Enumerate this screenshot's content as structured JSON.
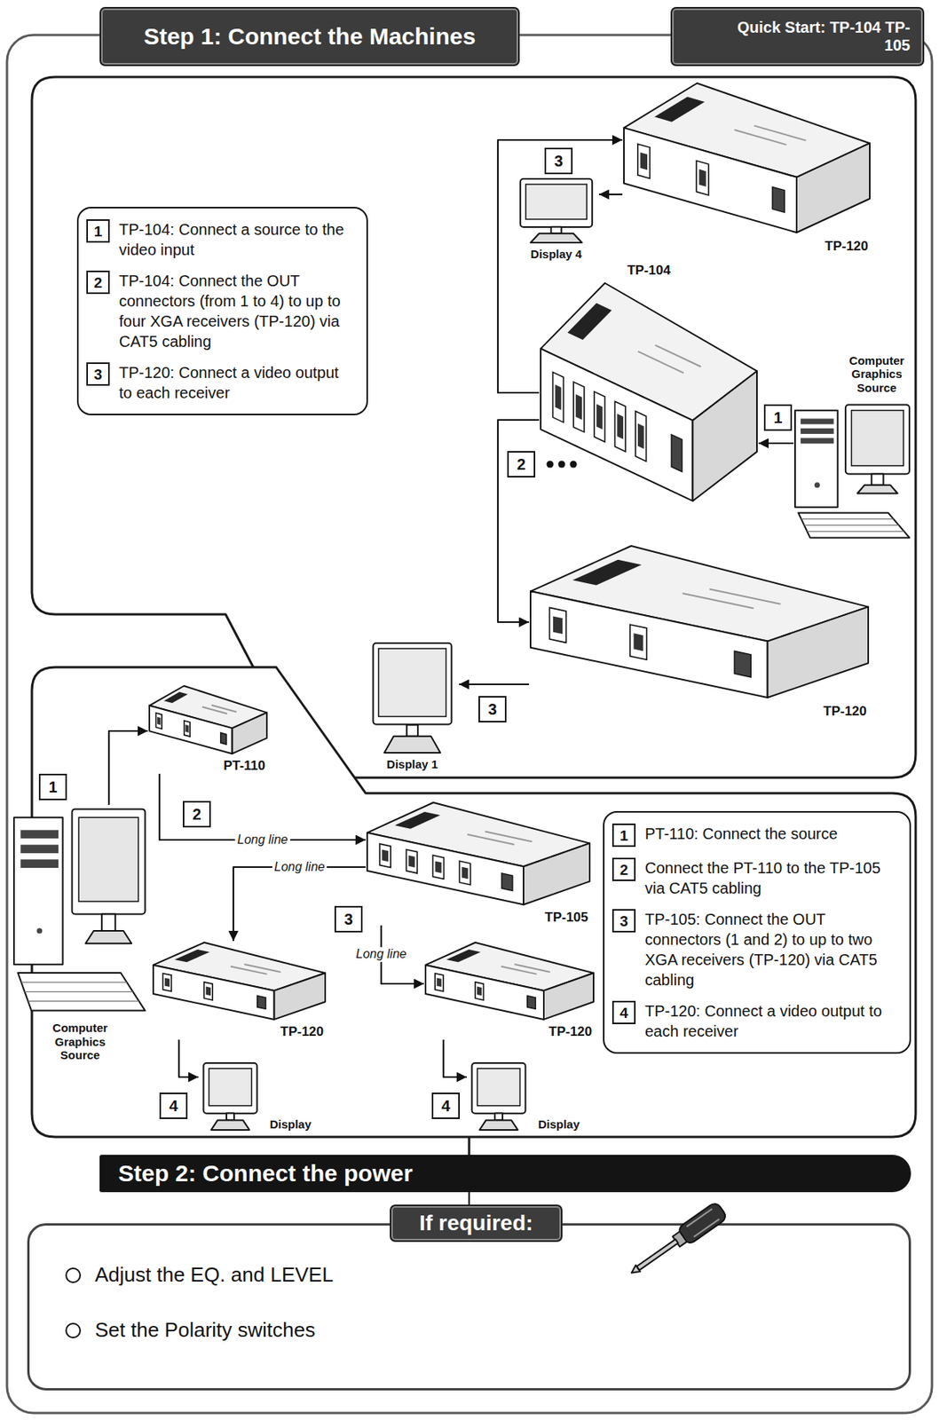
{
  "diagram": {
    "nodes": [
      {
        "text": [
          "Step 1: Connect the Machines"
        ]
      },
      {
        "text": [
          "Quick Start: TP-104 TP-105"
        ]
      },
      {
        "text": [
          "1",
          "TP-104: Connect a source to the video input",
          "2",
          "TP-104: Connect the OUT connectors (from 1 to 4) to up to four XGA receivers (TP-120) via CAT5 cabling",
          "3",
          "TP-120: Connect a video output to each receiver"
        ]
      },
      {
        "text": [
          "TP-120"
        ]
      },
      {
        "text": [
          "Display 4"
        ]
      },
      {
        "text": [
          "TP-104"
        ]
      },
      {
        "text": [
          "Computer Graphics Source"
        ]
      },
      {
        "text": [
          "TP-120"
        ]
      },
      {
        "text": [
          "Display 1"
        ]
      },
      {
        "text": [
          "Computer Graphics Source"
        ]
      },
      {
        "text": [
          "PT-110"
        ]
      },
      {
        "text": [
          "TP-105"
        ]
      },
      {
        "text": [
          "1",
          "PT-110: Connect the source",
          "2",
          "Connect the PT-110 to the TP-105 via CAT5 cabling",
          "3",
          "TP-105: Connect the OUT connectors (1 and 2) to up to two XGA receivers (TP-120) via CAT5 cabling",
          "4",
          "TP-120: Connect a video output to each receiver"
        ]
      },
      {
        "text": [
          "TP-120"
        ]
      },
      {
        "text": [
          "TP-120"
        ]
      },
      {
        "text": [
          "Display"
        ]
      },
      {
        "text": [
          "Display"
        ]
      },
      {
        "text": [
          "Step 2: Connect the power"
        ]
      },
      {
        "text": [
          "If required:"
        ]
      },
      {
        "text": [
          "Adjust the EQ. and LEVEL",
          "Set the Polarity switches"
        ]
      }
    ],
    "edges": [
      {
        "from": 6,
        "to": 5,
        "arrow": "to"
      },
      {
        "from": 5,
        "to": 3,
        "arrow": "to"
      },
      {
        "from": 3,
        "to": 4,
        "arrow": "to"
      },
      {
        "from": 5,
        "to": 7,
        "arrow": "to"
      },
      {
        "from": 7,
        "to": 8,
        "arrow": "to"
      },
      {
        "from": 9,
        "to": 10,
        "arrow": "to"
      },
      {
        "from": 10,
        "to": 11,
        "label": "Long line",
        "arrow": "to"
      },
      {
        "from": 11,
        "to": 13,
        "label": "Long line",
        "arrow": "to"
      },
      {
        "from": 11,
        "to": 14,
        "label": "Long line",
        "arrow": "to"
      },
      {
        "from": 13,
        "to": 15,
        "arrow": "to"
      },
      {
        "from": 14,
        "to": 16,
        "arrow": "to"
      },
      {
        "from": 17,
        "to": 18,
        "arrow": "none"
      }
    ],
    "labels": [
      "3",
      "1",
      "2",
      "3",
      "1",
      "2",
      "3",
      "4",
      "4"
    ]
  }
}
